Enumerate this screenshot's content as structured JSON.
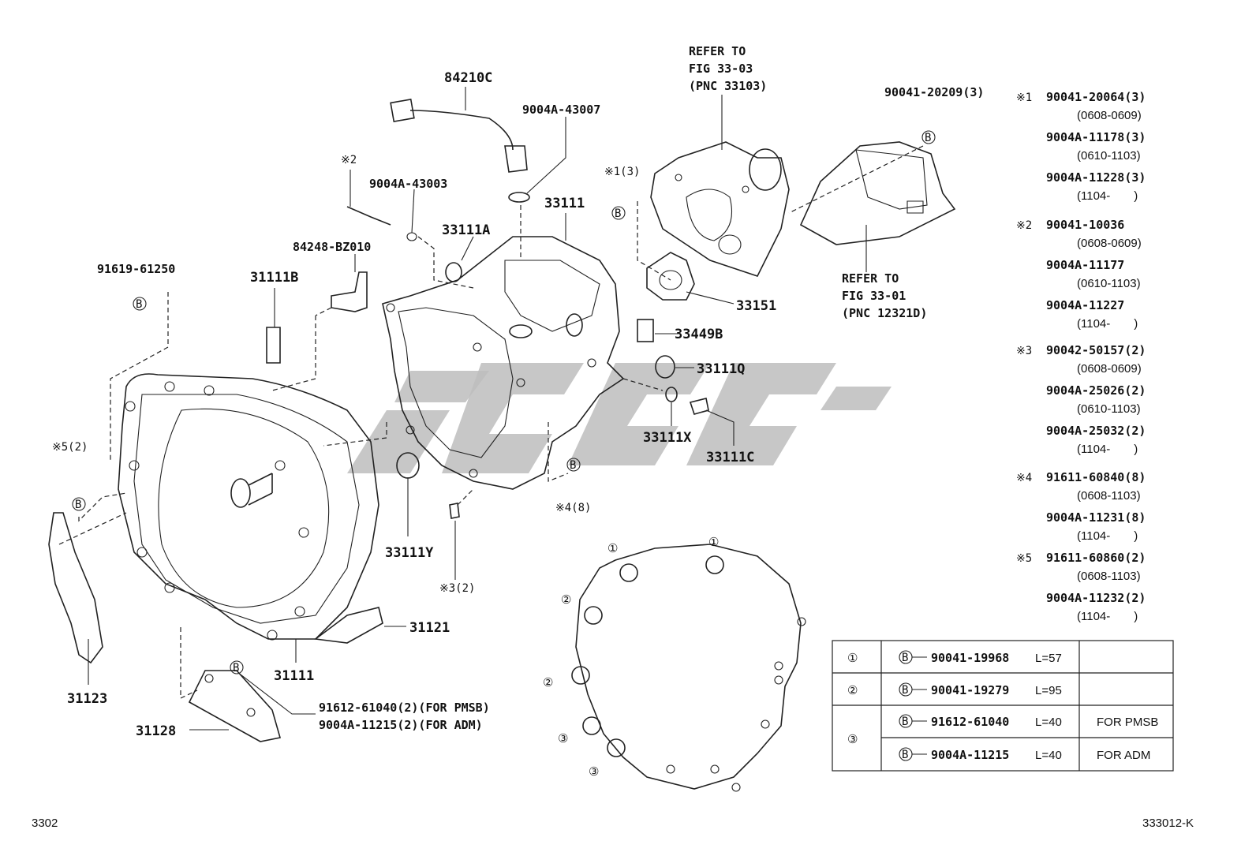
{
  "labels": {
    "p84210C": "84210C",
    "p9004A_43007": "9004A-43007",
    "p9004A_43003": "9004A-43003",
    "note2_top": "※2",
    "p84248": "84248-BZ010",
    "p91619": "91619-61250",
    "p31111B": "31111B",
    "p33111A": "33111A",
    "p33111": "33111",
    "note1_3": "※1(3)",
    "refer1_l1": "REFER TO",
    "refer1_l2": "FIG 33-03",
    "refer1_l3": "(PNC 33103)",
    "p90041_20209": "90041-20209(3)",
    "refer2_l1": "REFER TO",
    "refer2_l2": "FIG 33-01",
    "refer2_l3": "(PNC 12321D)",
    "p33151": "33151",
    "p33449B": "33449B",
    "p33111Q": "33111Q",
    "p33111X": "33111X",
    "p33111C": "33111C",
    "note4_8": "※4(8)",
    "note5_2": "※5(2)",
    "p33111Y": "33111Y",
    "note3_2": "※3(2)",
    "p31121": "31121",
    "p31111": "31111",
    "p31123": "31123",
    "p31128": "31128",
    "p91612_line": "91612-61040(2)(FOR PMSB)",
    "p9004A_11215_line": "9004A-11215(2)(FOR ADM)",
    "circle_b": "B",
    "gasket_1a": "①",
    "gasket_1b": "①",
    "gasket_2a": "②",
    "gasket_2b": "②",
    "gasket_3a": "③",
    "gasket_3b": "③"
  },
  "notes": [
    {
      "mark": "※1",
      "lines": [
        [
          "90041-20064(3)",
          "(0608-0609)"
        ],
        [
          "9004A-11178(3)",
          "(0610-1103)"
        ],
        [
          "9004A-11228(3)",
          "(1104-　　)"
        ]
      ]
    },
    {
      "mark": "※2",
      "lines": [
        [
          "90041-10036",
          "(0608-0609)"
        ],
        [
          "9004A-11177",
          "(0610-1103)"
        ],
        [
          "9004A-11227",
          "(1104-　　)"
        ]
      ]
    },
    {
      "mark": "※3",
      "lines": [
        [
          "90042-50157(2)",
          "(0608-0609)"
        ],
        [
          "9004A-25026(2)",
          "(0610-1103)"
        ],
        [
          "9004A-25032(2)",
          "(1104-　　)"
        ]
      ]
    },
    {
      "mark": "※4",
      "lines": [
        [
          "91611-60840(8)",
          "(0608-1103)"
        ],
        [
          "9004A-11231(8)",
          "(1104-　　)"
        ]
      ]
    },
    {
      "mark": "※5",
      "lines": [
        [
          "91611-60860(2)",
          "(0608-1103)"
        ],
        [
          "9004A-11232(2)",
          "(1104-　　)"
        ]
      ]
    }
  ],
  "bolt_table": {
    "rows": [
      {
        "key": "①",
        "mark": "B",
        "part": "90041-19968",
        "length": "L=57",
        "note": ""
      },
      {
        "key": "②",
        "mark": "B",
        "part": "90041-19279",
        "length": "L=95",
        "note": ""
      },
      {
        "key": "③",
        "mark": "B",
        "part": "91612-61040",
        "length": "L=40",
        "note": "FOR PMSB"
      },
      {
        "key": "",
        "mark": "B",
        "part": "9004A-11215",
        "length": "L=40",
        "note": "FOR ADM"
      }
    ]
  },
  "footer": {
    "left": "3302",
    "right": "333012-K"
  },
  "colors": {
    "line": "#222222",
    "watermark": "#bdbdbd",
    "background": "#ffffff"
  }
}
